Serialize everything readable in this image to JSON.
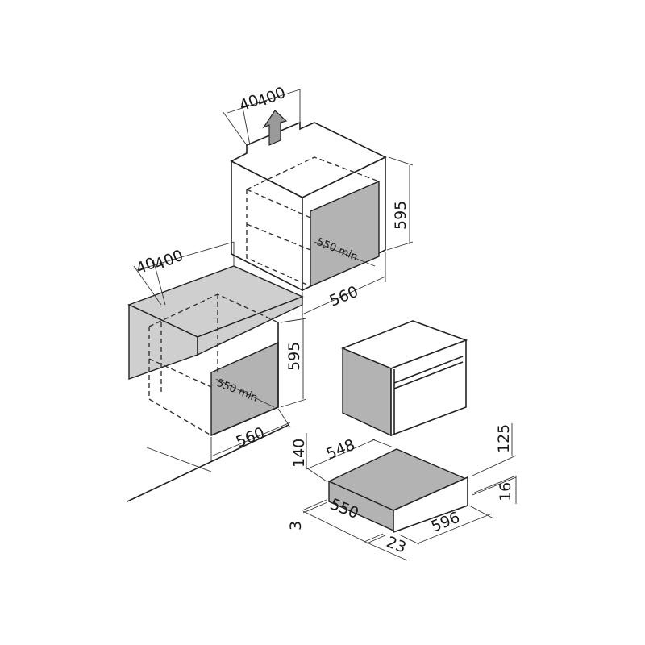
{
  "upper_cabinet": {
    "vent_gap": "40",
    "vent_depth": "400",
    "height": "595",
    "depth_min": "550 min",
    "width": "560"
  },
  "lower_cabinet": {
    "vent_gap": "40",
    "vent_depth": "400",
    "height": "595",
    "depth_min": "550 min",
    "width": "560"
  },
  "drawer": {
    "height_total": "140",
    "depth": "548",
    "panel_offset": "125",
    "front_height": "16",
    "bottom_gap": "3",
    "body_depth": "550",
    "front_thickness": "23",
    "front_width": "596"
  },
  "colors": {
    "niche": "#b3b3b3",
    "line": "#222222"
  }
}
